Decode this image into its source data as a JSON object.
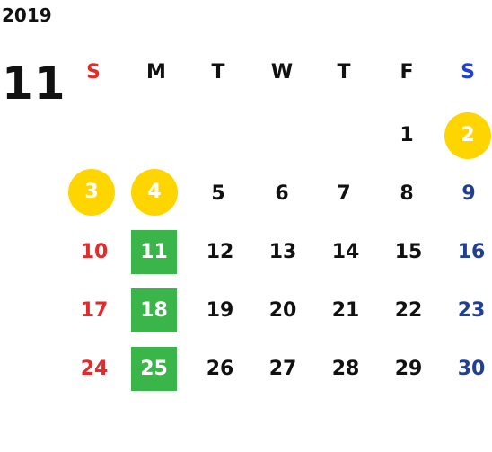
{
  "calendar": {
    "year": "2019",
    "month": "11",
    "weekdays": [
      "S",
      "M",
      "T",
      "W",
      "T",
      "F",
      "S"
    ],
    "colors": {
      "sunday": "#e32b2b",
      "saturday_header": "#1f3fd8",
      "saturday": "#213f93",
      "holiday_circle": "#ffd500",
      "highlight_box": "#39b54a",
      "default": "#111111"
    },
    "weeks": [
      [
        "",
        "",
        "",
        "",
        "",
        "1",
        "2"
      ],
      [
        "3",
        "4",
        "5",
        "6",
        "7",
        "8",
        "9"
      ],
      [
        "10",
        "11",
        "12",
        "13",
        "14",
        "15",
        "16"
      ],
      [
        "17",
        "18",
        "19",
        "20",
        "21",
        "22",
        "23"
      ],
      [
        "24",
        "25",
        "26",
        "27",
        "28",
        "29",
        "30"
      ]
    ],
    "circled_days": [
      "2",
      "3",
      "4"
    ],
    "boxed_days": [
      "11",
      "18",
      "25"
    ]
  }
}
